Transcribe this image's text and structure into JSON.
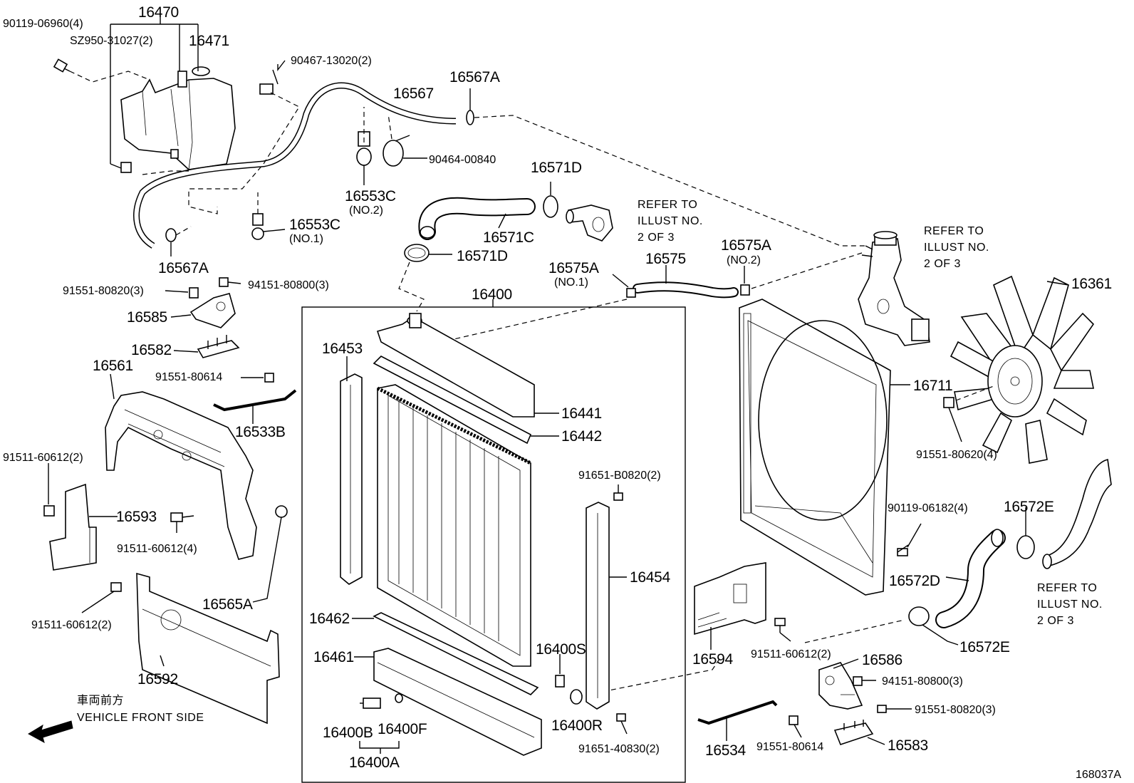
{
  "labels": {
    "p16470": "16470",
    "p90119_06960": "90119-06960(4)",
    "pSZ950": "SZ950-31027(2)",
    "p16471": "16471",
    "p90467": "90467-13020(2)",
    "p16567": "16567",
    "p16567A_top": "16567A",
    "p90464": "90464-00840",
    "p16553C_no2": "16553C",
    "no2a": "(NO.2)",
    "p16553C_no1": "16553C",
    "no1a": "(NO.1)",
    "p16567A_bot": "16567A",
    "p16571D_top": "16571D",
    "p16571C": "16571C",
    "p16571D_bot": "16571D",
    "p16575A_no1": "16575A",
    "no1b": "(NO.1)",
    "p16575": "16575",
    "p16575A_no2": "16575A",
    "no2b": "(NO.2)",
    "p91551_80820_a": "91551-80820(3)",
    "p94151_80800_a": "94151-80800(3)",
    "p16585": "16585",
    "p16582": "16582",
    "p16561": "16561",
    "p91551_80614_a": "91551-80614",
    "p16533B": "16533B",
    "p91511_60612_a": "91511-60612(2)",
    "p16593": "16593",
    "p91511_60612_b": "91511-60612(4)",
    "p91511_60612_c": "91511-60612(2)",
    "p16565A": "16565A",
    "p16592": "16592",
    "p16400": "16400",
    "p16453": "16453",
    "p16441": "16441",
    "p16442": "16442",
    "p91651_B0820": "91651-B0820(2)",
    "p16454": "16454",
    "p16462": "16462",
    "p16461": "16461",
    "p16400S": "16400S",
    "p16400R": "16400R",
    "p16400B": "16400B",
    "p16400F": "16400F",
    "p16400A": "16400A",
    "p91651_40830": "91651-40830(2)",
    "p16361": "16361",
    "p16711": "16711",
    "p91551_80620": "91551-80620(4)",
    "p90119_06182": "90119-06182(4)",
    "p16572E_top": "16572E",
    "p16572D": "16572D",
    "p16572E_bot": "16572E",
    "p16594": "16594",
    "p91511_60612_d": "91511-60612(2)",
    "p16586": "16586",
    "p94151_80800_b": "94151-80800(3)",
    "p91551_80820_b": "91551-80820(3)",
    "p16534": "16534",
    "p91551_80614_b": "91551-80614",
    "p16583": "16583",
    "diagram_id": "168037A"
  },
  "refer_notes": {
    "a": [
      "REFER TO",
      "ILLUST NO.",
      "2 OF 3"
    ],
    "b": [
      "REFER TO",
      "ILLUST NO.",
      "2 OF 3"
    ],
    "c": [
      "REFER TO",
      "ILLUST NO.",
      "2 OF 3"
    ]
  },
  "direction": {
    "jp": "車両前方",
    "en": "VEHICLE FRONT SIDE"
  }
}
